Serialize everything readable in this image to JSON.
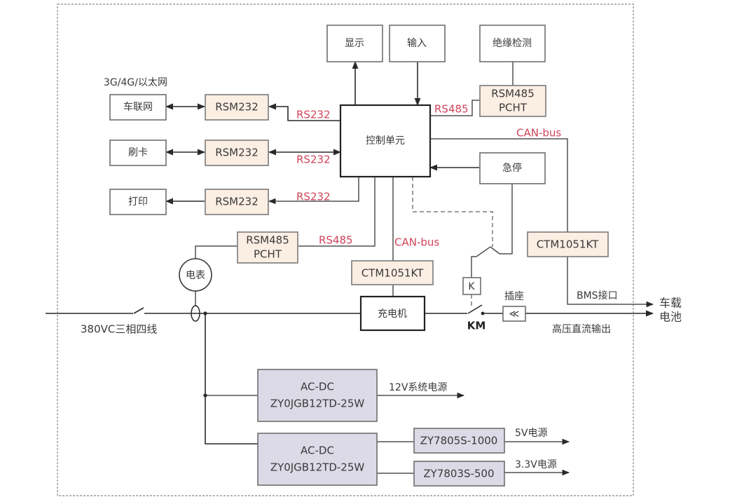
{
  "diagram": {
    "title": "",
    "nodes": {
      "display": "显示",
      "input": "输入",
      "insulation_detect": "绝缘检测",
      "control_unit": "控制单元",
      "emergency_stop": "急停",
      "telematics": "车联网",
      "card_reader": "刷卡",
      "printer": "打印",
      "rsm232_1": "RSM232",
      "rsm232_2": "RSM232",
      "rsm232_3": "RSM232",
      "rsm485_top": [
        "RSM485",
        "PCHT"
      ],
      "rsm485_meter": [
        "RSM485",
        "PCHT"
      ],
      "ctm_charger": "CTM1051KT",
      "ctm_bms": "CTM1051KT",
      "electric_meter": "电表",
      "charger": "充电机",
      "relay_k": "K",
      "acdc_1": [
        "AC-DC",
        "ZY0JGB12TD-25W"
      ],
      "acdc_2": [
        "AC-DC",
        "ZY0JGB12TD-25W"
      ],
      "ldo_5v": "ZY7805S-1000",
      "ldo_33v": "ZY7803S-500"
    },
    "labels": {
      "network_type": "3G/4G/以太网",
      "rs232_1": "RS232",
      "rs232_2": "RS232",
      "rs232_3": "RS232",
      "rs485_top": "RS485",
      "rs485_meter": "RS485",
      "canbus_top": "CAN-bus",
      "canbus_charger": "CAN-bus",
      "mains": "380VC三相四线",
      "contactor": "KM",
      "socket": "插座",
      "socket_symbol": "≪",
      "bms_port": "BMS接口",
      "hv_dc_output": "高压直流输出",
      "vehicle_battery": [
        "车载",
        "电池"
      ],
      "out_12v": "12V系统电源",
      "out_5v": "5V电源",
      "out_33v": "3.3V电源"
    },
    "colors": {
      "interface_fill": "#fbeee3",
      "power_fill": "#dcdae6",
      "protocol_label": "#d0445a"
    }
  }
}
